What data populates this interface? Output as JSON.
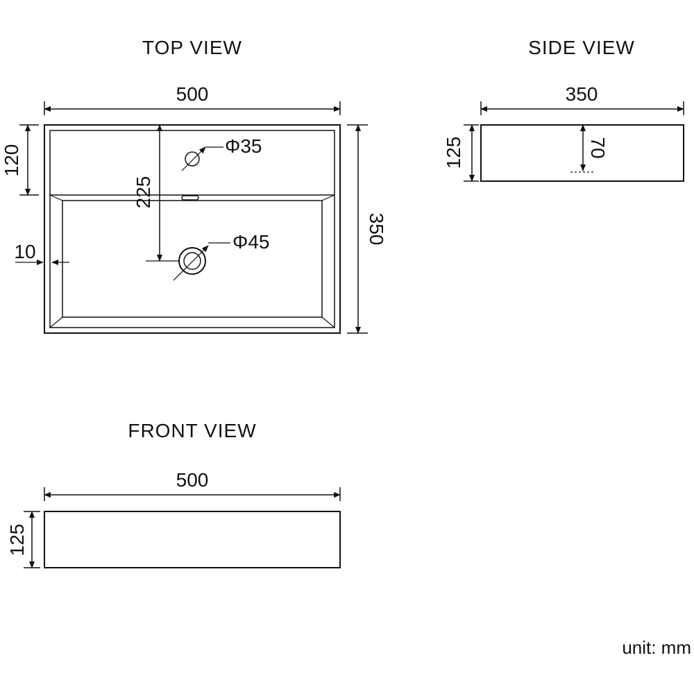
{
  "views": {
    "top": {
      "title": "TOP VIEW",
      "width": "500",
      "depth": "350",
      "shelf_depth": "120",
      "drain_offset": "225",
      "rim_thickness": "10",
      "tap_hole": "Φ35",
      "drain_hole": "Φ45"
    },
    "side": {
      "title": "SIDE VIEW",
      "length": "350",
      "height": "125",
      "bowl_depth": "70"
    },
    "front": {
      "title": "FRONT VIEW",
      "length": "500",
      "height": "125"
    }
  },
  "unit_note": "unit: mm",
  "colors": {
    "line": "#111111",
    "background": "#ffffff"
  }
}
